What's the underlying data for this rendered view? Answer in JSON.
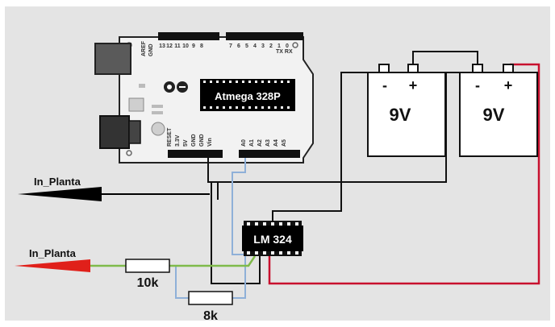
{
  "board": {
    "chip_label": "Atmega 328P",
    "top_pins": [
      "AREF",
      "GND",
      "13",
      "12",
      "11",
      "10",
      "9",
      "8",
      "7",
      "6",
      "5",
      "4",
      "3",
      "2",
      "1",
      "0"
    ],
    "tx_rx": "TX RX",
    "power_pins": [
      "RESET",
      "3.3V",
      "5V",
      "GND",
      "GND",
      "Vin"
    ],
    "analog_pins": [
      "A0",
      "A1",
      "A2",
      "A3",
      "A4",
      "A5"
    ]
  },
  "batteries": [
    {
      "voltage": "9V",
      "minus": "-",
      "plus": "+"
    },
    {
      "voltage": "9V",
      "minus": "-",
      "plus": "+"
    }
  ],
  "opamp": {
    "label": "LM 324"
  },
  "resistors": [
    {
      "label": "10k"
    },
    {
      "label": "8k"
    }
  ],
  "arrows": {
    "output_label": "In_Planta",
    "input_label": "In_Planta"
  },
  "colors": {
    "background": "#e4e4e4",
    "wire_black": "#111111",
    "wire_red": "#c8102e",
    "wire_blue": "#8fb0d8",
    "wire_green": "#7fba4a",
    "arrow_black": "#000000",
    "arrow_red": "#e0201a",
    "board": "#f2f2f2",
    "chip": "#000000"
  }
}
